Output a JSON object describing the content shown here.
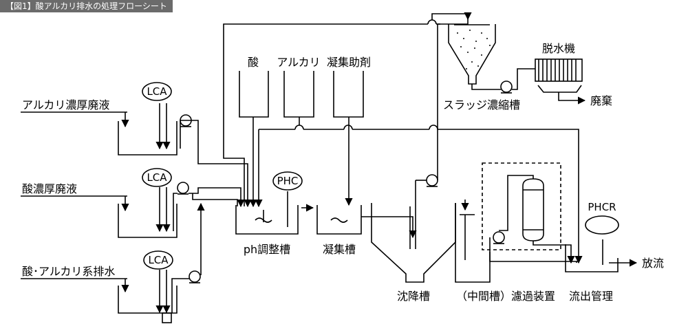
{
  "figure_title": "【図1】酸アルカリ排水の処理フローシート",
  "inputs": {
    "alkali": "アルカリ濃厚廃液",
    "acid": "酸濃厚廃液",
    "mixed": "酸･アルカリ系排水"
  },
  "instruments": {
    "lca": "LCA",
    "phc": "PHC",
    "phcr": "PHCR"
  },
  "chemicals": {
    "acid": "酸",
    "alkali": "アルカリ",
    "coagulant": "凝集助剤"
  },
  "units": {
    "ph_tank": "ph調整槽",
    "coag_tank": "凝集槽",
    "settling": "沈降槽",
    "filtration": "（中間槽）濾過装置",
    "outflow": "流出管理",
    "sludge_thickener": "スラッジ濃縮槽",
    "dehydrator": "脱水機"
  },
  "outputs": {
    "discharge": "放流",
    "disposal": "廃棄"
  }
}
